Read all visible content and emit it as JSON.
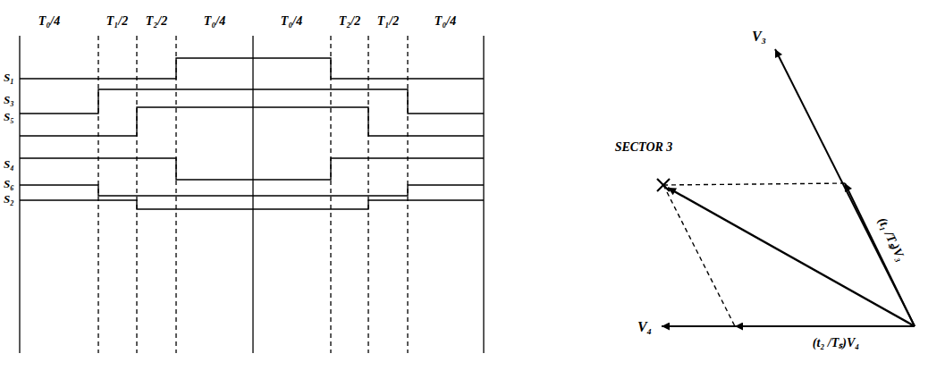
{
  "diagram": {
    "labels": [
      "T₀/4",
      "T₁/2",
      "T₂/2",
      "T₀/4",
      "T₀/4",
      "T₂/2",
      "T₁/2",
      "T₀/4",
      "S₁",
      "S₃",
      "S₅",
      "S₄",
      "S₆",
      "S₂",
      "V₃",
      "SECTOR 3",
      "(t₁ /Tₛ)V₃",
      "V₄",
      "(t₂ /Tₛ)V₄"
    ]
  }
}
